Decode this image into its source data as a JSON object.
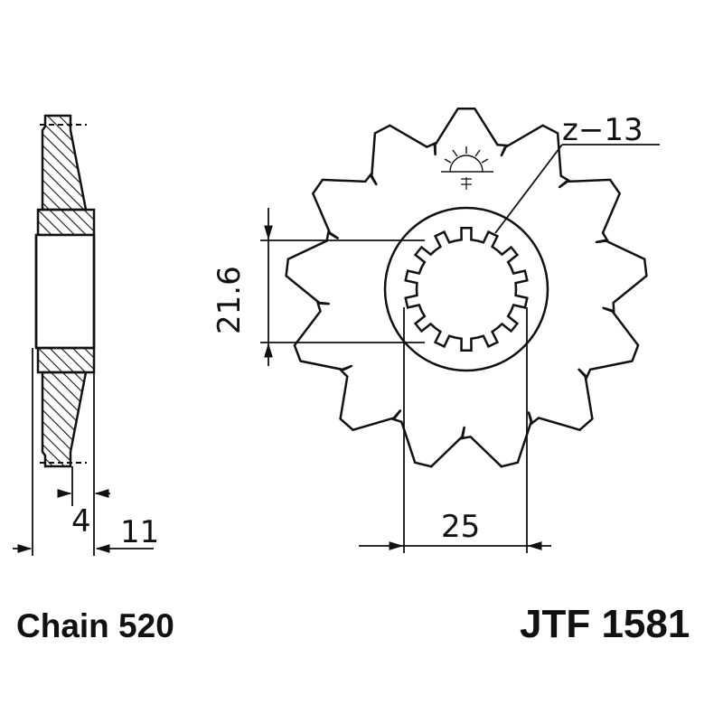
{
  "drawing": {
    "tooth_count_label": "z−13",
    "dimensions": {
      "spline_inner_diameter": "21.6",
      "spline_outer_diameter": "25",
      "hub_offset": "4",
      "overall_width": "11"
    },
    "logo_icon": "rising-sun-logo-icon"
  },
  "footer": {
    "chain_label": "Chain 520",
    "part_number": "JTF 1581"
  }
}
